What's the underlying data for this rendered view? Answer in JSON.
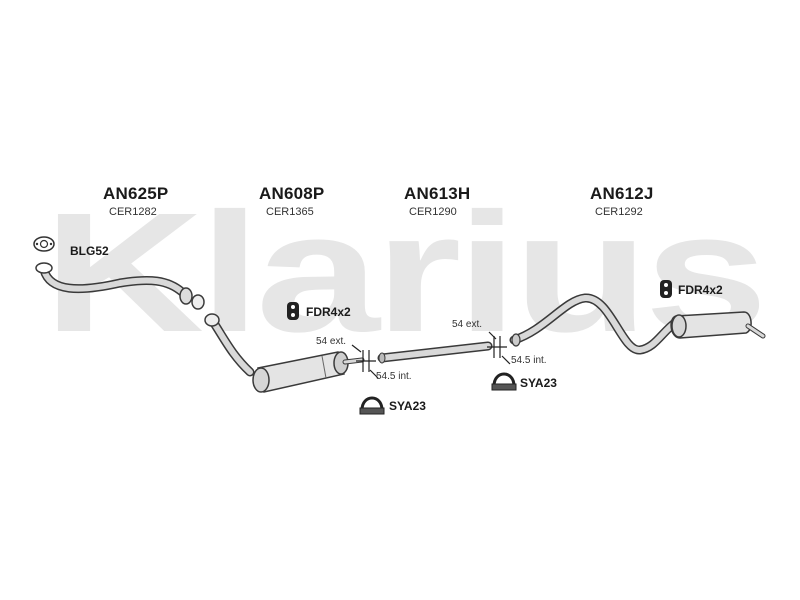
{
  "watermark": "Klarius",
  "parts": [
    {
      "code": "AN625P",
      "ref": "CER1282"
    },
    {
      "code": "AN608P",
      "ref": "CER1365"
    },
    {
      "code": "AN613H",
      "ref": "CER1290"
    },
    {
      "code": "AN612J",
      "ref": "CER1292"
    }
  ],
  "accessories": {
    "gasket": "BLG52",
    "rubber_mount_1": "FDR4x2",
    "rubber_mount_2": "FDR4x2",
    "clamp_1": "SYA23",
    "clamp_2": "SYA23"
  },
  "dimensions": {
    "joint1_ext": "54 ext.",
    "joint1_int": "54.5 int.",
    "joint2_ext": "54 ext.",
    "joint2_int": "54.5 int."
  },
  "colors": {
    "watermark": "#e6e6e6",
    "pipe_outline": "#3a3a3a",
    "pipe_fill": "#d9d9d9",
    "rubber": "#222222"
  },
  "icons": [
    "gasket-icon",
    "rubber-mount-icon",
    "clamp-icon"
  ]
}
